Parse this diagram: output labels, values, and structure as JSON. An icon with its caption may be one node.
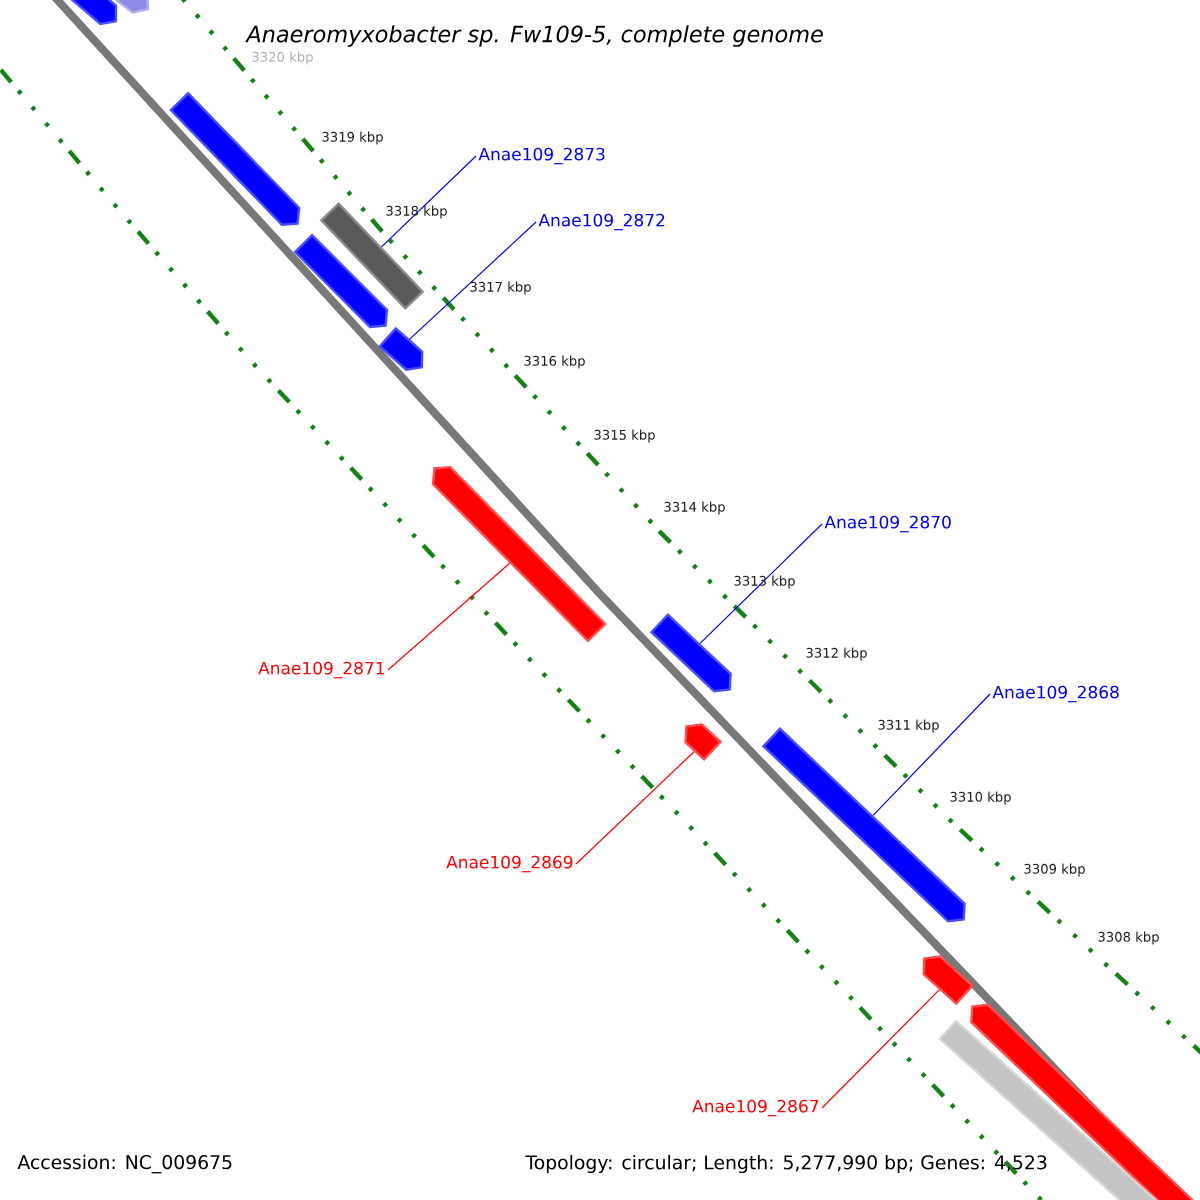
{
  "diagram": {
    "title": "Anaeromyxobacter sp. Fw109-5, complete genome",
    "nodes": [
      {
        "text": [],
        "shape": "bar"
      },
      {
        "text": [],
        "shape": "bar"
      },
      {
        "text": [],
        "shape": "bar"
      },
      {
        "text": [
          "Anae109_2873"
        ]
      },
      {
        "text": [],
        "shape": "bar"
      },
      {
        "text": [
          "Anae109_2872"
        ]
      },
      {
        "text": [],
        "shape": "bar"
      },
      {
        "text": [],
        "shape": "bar"
      },
      {
        "text": [],
        "shape": "bar"
      },
      {
        "text": [
          "Anae109_2870"
        ]
      },
      {
        "text": [],
        "shape": "bar"
      },
      {
        "text": [
          "Anae109_2871"
        ]
      },
      {
        "text": [
          "Anae109_2868"
        ]
      },
      {
        "text": [],
        "shape": "bar"
      },
      {
        "text": [],
        "shape": "bar"
      },
      {
        "text": [
          "Anae109_2869"
        ]
      },
      {
        "text": [],
        "shape": "bar"
      },
      {
        "text": [],
        "shape": "bar"
      },
      {
        "text": [],
        "shape": "bar"
      },
      {
        "text": [
          "Anae109_2867"
        ]
      }
    ],
    "edges": [
      {
        "from": 3,
        "to": 4,
        "arrow": "none"
      },
      {
        "from": 5,
        "to": 7,
        "arrow": "none"
      },
      {
        "from": 9,
        "to": 10,
        "arrow": "none"
      },
      {
        "from": 11,
        "to": 8,
        "arrow": "none",
        "color": "#ff0000"
      },
      {
        "from": 12,
        "to": 14,
        "arrow": "none"
      },
      {
        "from": 15,
        "to": 13,
        "arrow": "none",
        "color": "#ff0000"
      },
      {
        "from": 19,
        "to": 16,
        "arrow": "none",
        "color": "#ff0000"
      }
    ],
    "labels": [
      "3320 kbp",
      "3319 kbp",
      "3318 kbp",
      "3317 kbp",
      "3316 kbp",
      "3315 kbp",
      "3314 kbp",
      "3313 kbp",
      "3312 kbp",
      "3311 kbp",
      "3310 kbp",
      "3309 kbp",
      "3308 kbp",
      "Accession: NC_009675",
      "Topology: circular; Length: 5,277,990 bp; Genes: 4,523"
    ]
  }
}
